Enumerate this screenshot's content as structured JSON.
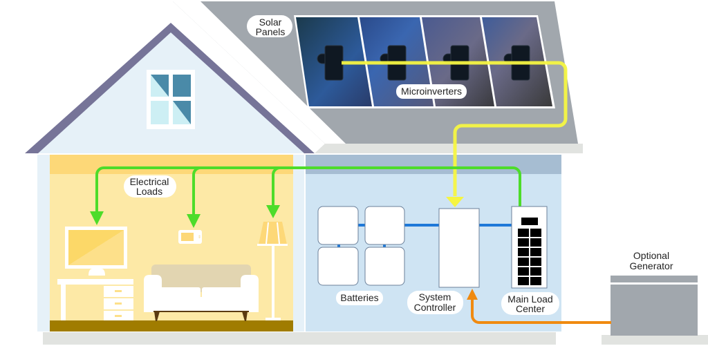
{
  "title": "Home solar energy system diagram",
  "labels": {
    "solar_panels": [
      "Solar",
      "Panels"
    ],
    "microinverters": "Microinverters",
    "electrical_loads": [
      "Electrical",
      "Loads"
    ],
    "batteries": "Batteries",
    "system_controller": [
      "System",
      "Controller"
    ],
    "main_load_center": [
      "Main Load",
      "Center"
    ],
    "optional_generator": [
      "Optional",
      "Generator"
    ]
  },
  "components": {
    "solar_panel_count": 4,
    "microinverter_count": 4,
    "battery_count": 4,
    "load_center_breakers": 12
  },
  "flows": [
    {
      "name": "solar-to-controller",
      "color": "#f5f542"
    },
    {
      "name": "load-center-to-loads",
      "color": "#4ddc2a"
    },
    {
      "name": "generator-to-controller",
      "color": "#f08a10"
    },
    {
      "name": "battery-controller-bus",
      "color": "#1e78d8"
    }
  ],
  "colors": {
    "roof": "#a1a7ad",
    "gable_trim": "#767498",
    "living_room": "#fde9a6",
    "utility_room": "#cfe4f3",
    "floor": "#a07c00"
  }
}
